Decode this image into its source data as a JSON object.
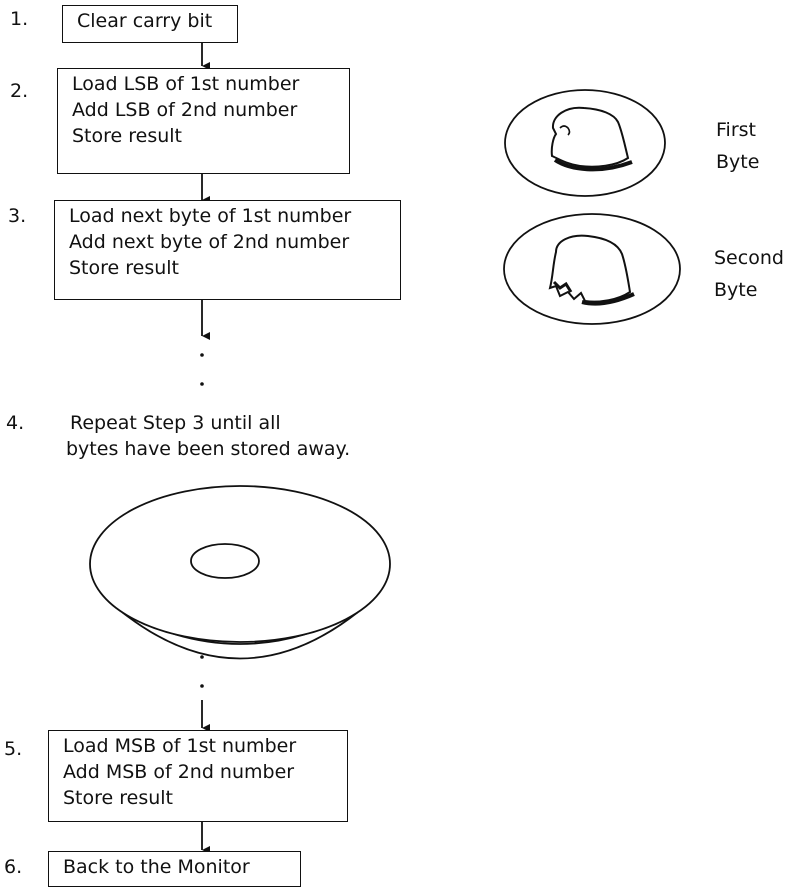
{
  "steps": [
    {
      "number": "1.",
      "lines": [
        "Clear carry bit"
      ]
    },
    {
      "number": "2.",
      "lines": [
        "Load LSB of 1st number",
        "Add LSB of 2nd number",
        "Store result"
      ]
    },
    {
      "number": "3.",
      "lines": [
        "Load next byte of 1st number",
        "Add next byte of 2nd number",
        "Store result"
      ]
    },
    {
      "number": "4.",
      "lines": [
        "Repeat Step 3 until all",
        "bytes have been stored away."
      ]
    },
    {
      "number": "5.",
      "lines": [
        "Load MSB of 1st number",
        "Add MSB of 2nd number",
        "Store result"
      ]
    },
    {
      "number": "6.",
      "lines": [
        "Back to the Monitor"
      ]
    }
  ],
  "plates": [
    {
      "label_lines": [
        "First",
        "Byte"
      ]
    },
    {
      "label_lines": [
        "Second",
        "Byte"
      ]
    }
  ],
  "colors": {
    "ink": "#111111",
    "paper": "#ffffff"
  }
}
